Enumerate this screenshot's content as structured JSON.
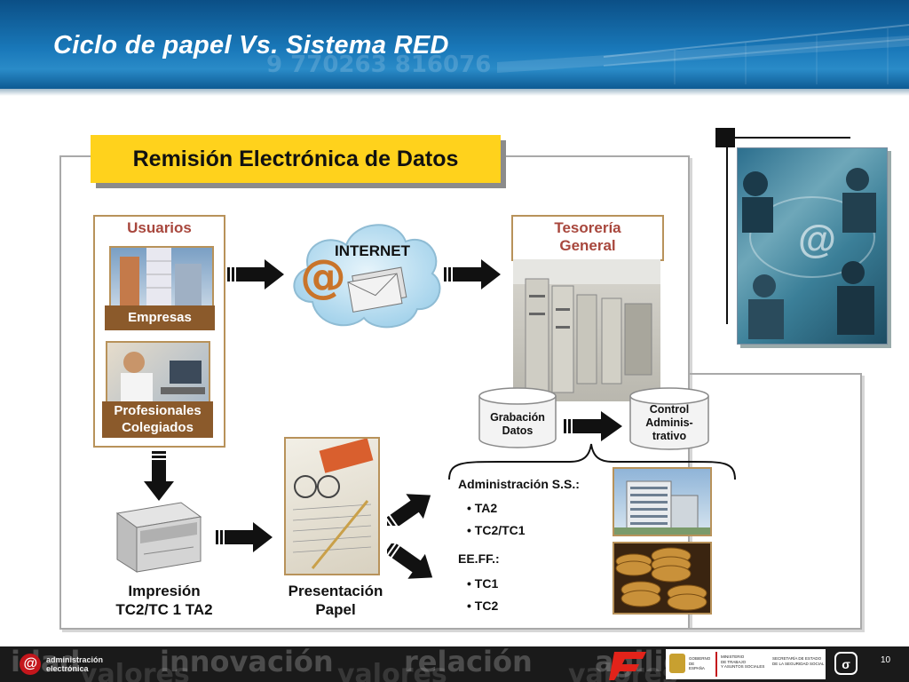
{
  "slide": {
    "title": "Ciclo de papel Vs. Sistema RED",
    "page_number": "10",
    "header_background_digits": "9 770263 816076"
  },
  "banner": {
    "text": "Remisión Electrónica de Datos"
  },
  "usuarios": {
    "title": "Usuarios",
    "empresas_label": "Empresas",
    "profesionales_label_line1": "Profesionales",
    "profesionales_label_line2": "Colegiados"
  },
  "internet": {
    "label": "INTERNET"
  },
  "tesoreria": {
    "title_line1": "Tesorería",
    "title_line2": "General"
  },
  "grabacion": {
    "line1": "Grabación",
    "line2": "Datos"
  },
  "control": {
    "line1": "Control",
    "line2": "Adminis-",
    "line3": "trativo"
  },
  "impresion": {
    "line1": "Impresión",
    "line2": "TC2/TC 1 TA2"
  },
  "presentacion": {
    "line1": "Presentación",
    "line2": "Papel"
  },
  "admin_ss": {
    "heading": "Administración S.S.:",
    "items": [
      "TA2",
      "TC2/TC1"
    ]
  },
  "eeff": {
    "heading": "EE.FF.:",
    "items": [
      "TC1",
      "TC2"
    ]
  },
  "footer": {
    "words": [
      "idad",
      "innovación",
      "relación",
      "agilidad"
    ],
    "words_lower": [
      "valores",
      "valores",
      "valores"
    ],
    "ae_logo_line1": "administración",
    "ae_logo_line2": "electrónica",
    "gobierno": "GOBIERNO DE ESPAÑA",
    "ministerio_line1": "MINISTERIO",
    "ministerio_line2": "DE TRABAJO",
    "ministerio_line3": "Y ASUNTOS SOCIALES",
    "secretaria_line1": "SECRETARÍA DE ESTADO",
    "secretaria_line2": "DE LA SEGURIDAD SOCIAL"
  }
}
